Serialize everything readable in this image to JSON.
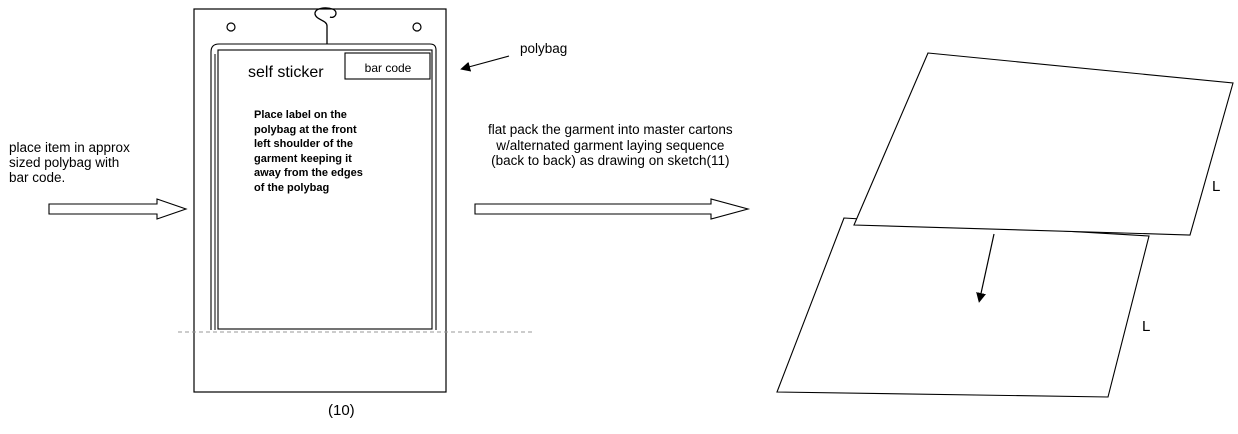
{
  "instructions": {
    "place_item": [
      "place item in approx",
      "sized polybag with",
      "bar code."
    ],
    "flat_pack": [
      "flat pack the garment into master cartons",
      "w/alternated garment laying sequence",
      "(back to back) as drawing on sketch(11)"
    ]
  },
  "polybag": {
    "label": "polybag",
    "sticker_label": "self sticker",
    "barcode_label": "bar code",
    "placement_note": [
      "Place label on the",
      "polybag at the front",
      "left shoulder of the",
      "garment keeping it",
      "away from the edges",
      "of the polybag"
    ]
  },
  "figure": {
    "number": "(10)"
  },
  "garments": {
    "top_label": "L",
    "bottom_label": "L"
  },
  "colors": {
    "stroke": "#000000",
    "background": "#ffffff",
    "dashed_line": "#999999"
  }
}
